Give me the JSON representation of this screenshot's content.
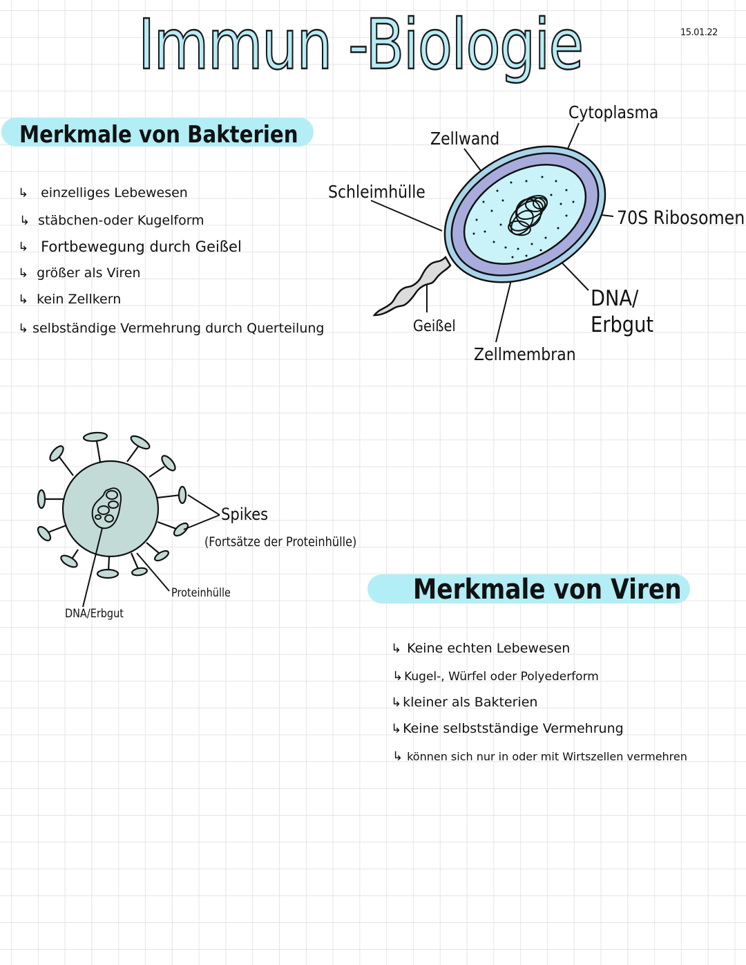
{
  "page": {
    "title": "Immun -Biologie",
    "date": "15.01.22"
  },
  "bakterien": {
    "heading": "Merkmale von Bakterien",
    "items": [
      "einzelliges Lebewesen",
      "stäbchen-oder Kugelform",
      "Fortbewegung durch Geißel",
      "größer als Viren",
      "kein Zellkern",
      "selbständige Vermehrung durch Querteilung"
    ],
    "diagram_labels": {
      "cytoplasma": "Cytoplasma",
      "zellwand": "Zellwand",
      "schleimhuelle": "Schleimhülle",
      "ribosomen": "70S Ribosomen",
      "dna_line1": "DNA/",
      "dna_line2": "Erbgut",
      "geissel": "Geißel",
      "zellmembran": "Zellmembran"
    }
  },
  "viren": {
    "heading": "Merkmale von Viren",
    "items": [
      "Keine echten Lebewesen",
      "Kugel-, Würfel oder Polyederform",
      "kleiner als Bakterien",
      "Keine selbstständige Vermehrung",
      "können sich nur in oder mit Wirtszellen vermehren"
    ],
    "diagram_labels": {
      "spikes": "Spikes",
      "spikes_note": "(Fortsätze der Proteinhülle)",
      "proteinhuelle": "Proteinhülle",
      "dna": "DNA/Erbgut"
    }
  },
  "icons": {
    "bullet": "↳"
  },
  "colors": {
    "highlight": "#b3edf6",
    "title_fill": "#b7ecf5",
    "slime_layer": "#a9d4ea",
    "cell_wall": "#a8acdc",
    "cytoplasm": "#c9f3f8",
    "flagellum": "#dcdcdc",
    "virus_body": "#c3dbd6"
  }
}
